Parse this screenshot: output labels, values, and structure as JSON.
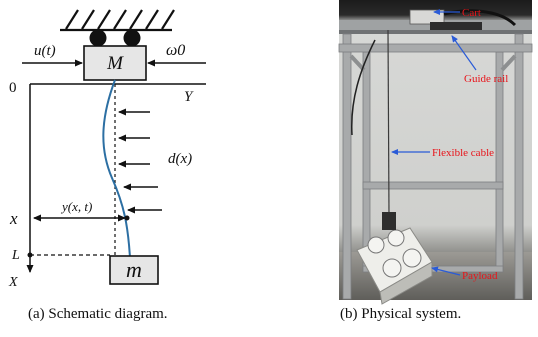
{
  "panel_a": {
    "caption": "(a) Schematic diagram.",
    "labels": {
      "input": "u(t)",
      "cart_mass": "M",
      "angular_speed": "ω0",
      "origin": "0",
      "y_axis": "Y",
      "disturbance": "d(x)",
      "position": "x",
      "deflection": "y(x, t)",
      "length": "L",
      "x_axis": "X",
      "payload_mass": "m"
    }
  },
  "panel_b": {
    "caption": "(b) Physical system.",
    "annotations": {
      "cart": "Cart",
      "guide_rail": "Guide rail",
      "cable": "Flexible cable",
      "payload": "Payload"
    },
    "annotation_color": "#e8141a",
    "arrow_color": "#2a5bd7"
  },
  "colors": {
    "cable": "#2c6fa3",
    "ink": "#111111"
  }
}
